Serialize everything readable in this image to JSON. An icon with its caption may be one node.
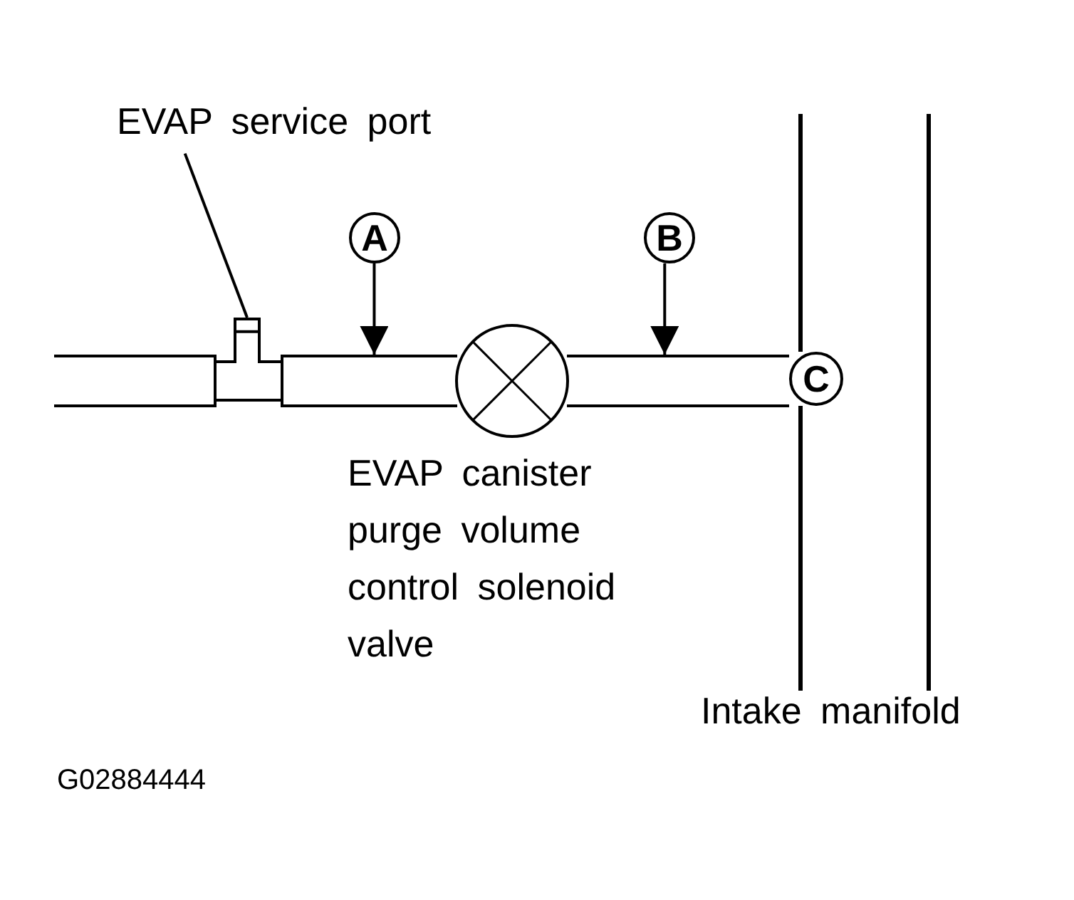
{
  "diagram": {
    "nodes": [
      {
        "text": [
          "EVAP service port"
        ]
      },
      {
        "text": [],
        "shape": "box"
      },
      {
        "text": [
          "A"
        ]
      },
      {
        "text": [],
        "shape": "bar"
      },
      {
        "text": [],
        "shape": "circle",
        "beside": [
          "EVAP canister purge volume control solenoid valve"
        ]
      },
      {
        "text": [
          "B"
        ]
      },
      {
        "text": [],
        "shape": "bar"
      },
      {
        "text": [
          "C"
        ]
      }
    ],
    "edges": [
      {
        "from": 0,
        "to": 1,
        "arrow": "none"
      },
      {
        "from": 2,
        "to": 3,
        "arrow": "to"
      },
      {
        "from": 5,
        "to": 6,
        "arrow": "to"
      }
    ],
    "labels": [
      "Intake manifold",
      "G02884444"
    ]
  }
}
